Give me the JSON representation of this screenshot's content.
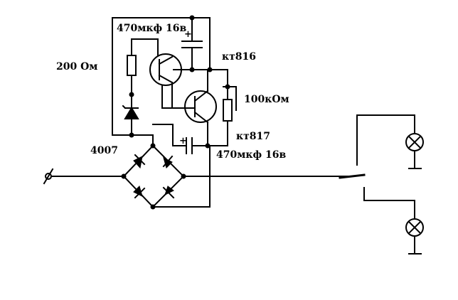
{
  "labels": {
    "cap_top": "470мкф 16в",
    "resistor_200": "200 Ом",
    "transistor_top": "кт816",
    "pot_100k": "100кОм",
    "transistor_bottom": "кт817",
    "diode_4007": "4007",
    "cap_bottom": "470мкф 16в",
    "plus_top": "+",
    "plus_bottom": "+"
  },
  "colors": {
    "ink": "#000000",
    "background": "#ffffff"
  }
}
